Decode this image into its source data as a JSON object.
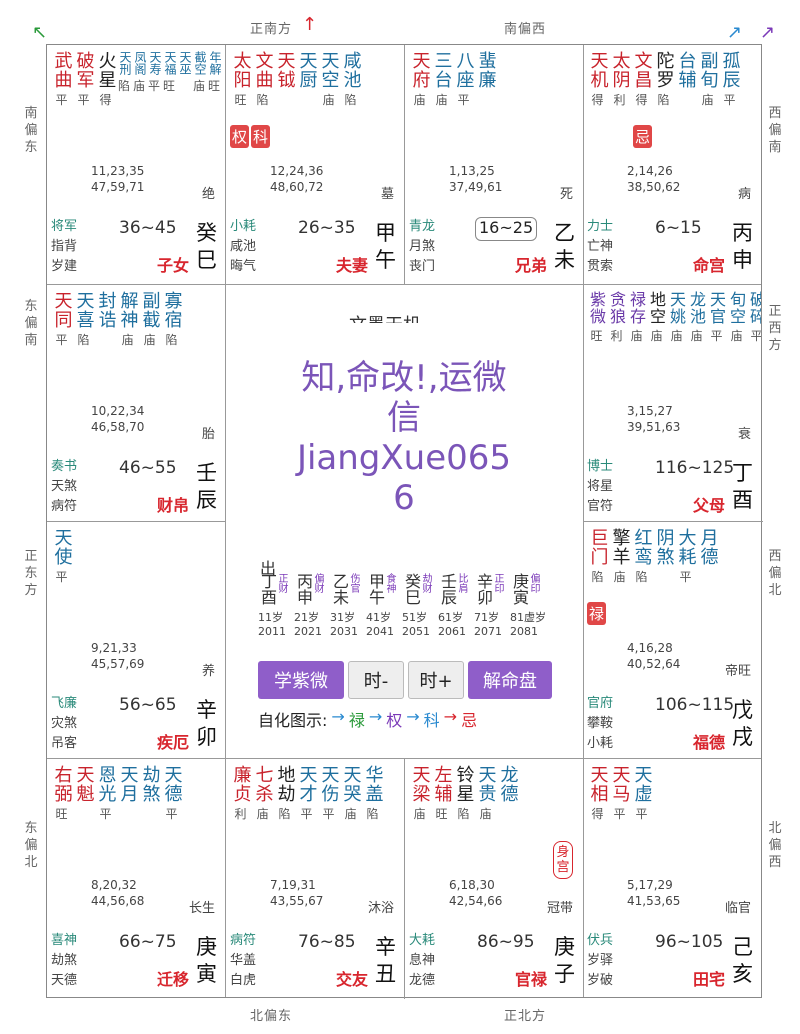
{
  "directions": {
    "top_left": "正南方",
    "top_right": "南偏西",
    "bottom_left": "北偏东",
    "bottom_right": "正北方",
    "left": [
      "南偏东",
      "东偏南",
      "正东方",
      "东偏北"
    ],
    "right": [
      "西偏南",
      "正西方",
      "西偏北",
      "北偏西"
    ]
  },
  "palaces": [
    {
      "id": "si",
      "stars": [
        {
          "n": "武曲",
          "c": "red",
          "b": "平"
        },
        {
          "n": "破军",
          "c": "red",
          "b": "平"
        },
        {
          "n": "火星",
          "c": "dark",
          "b": "得"
        }
      ],
      "small": [
        {
          "n": "天刑",
          "c": "blue",
          "b": "陷"
        },
        {
          "n": "凤阁",
          "c": "blue",
          "b": "庙"
        },
        {
          "n": "天寿",
          "c": "blue",
          "b": "平"
        },
        {
          "n": "天福",
          "c": "blue",
          "b": "旺"
        },
        {
          "n": "天巫",
          "c": "blue",
          "b": ""
        },
        {
          "n": "截空",
          "c": "blue",
          "b": "庙"
        },
        {
          "n": "年解",
          "c": "blue",
          "b": "旺"
        }
      ],
      "tags": [],
      "ages1": "11,23,35",
      "ages2": "47,59,71",
      "life": "绝",
      "g1": "将军",
      "g2a": "指背",
      "g2b": "岁建",
      "range": "36~45",
      "stem1": "癸",
      "stem2": "巳",
      "pname": "子女"
    },
    {
      "id": "wu",
      "stars": [
        {
          "n": "太阳",
          "c": "red",
          "b": "旺"
        },
        {
          "n": "文曲",
          "c": "red",
          "b": "陷"
        },
        {
          "n": "天钺",
          "c": "red",
          "b": ""
        },
        {
          "n": "天厨",
          "c": "blue",
          "b": ""
        },
        {
          "n": "天空",
          "c": "blue",
          "b": "庙"
        },
        {
          "n": "咸池",
          "c": "blue",
          "b": "陷"
        }
      ],
      "small": [],
      "tags": [
        "权",
        "科"
      ],
      "ages1": "12,24,36",
      "ages2": "48,60,72",
      "life": "墓",
      "g1": "小耗",
      "g2a": "咸池",
      "g2b": "晦气",
      "range": "26~35",
      "stem1": "甲",
      "stem2": "午",
      "pname": "夫妻"
    },
    {
      "id": "wei",
      "stars": [
        {
          "n": "天府",
          "c": "red",
          "b": "庙"
        },
        {
          "n": "三台",
          "c": "blue",
          "b": "庙"
        },
        {
          "n": "八座",
          "c": "blue",
          "b": "平"
        },
        {
          "n": "蜚廉",
          "c": "blue",
          "b": ""
        }
      ],
      "small": [],
      "tags": [],
      "ages1": "1,13,25",
      "ages2": "37,49,61",
      "life": "死",
      "g1": "青龙",
      "g2a": "月煞",
      "g2b": "丧门",
      "range": "16~25",
      "stem1": "乙",
      "stem2": "未",
      "pname": "兄弟"
    },
    {
      "id": "shen",
      "stars": [
        {
          "n": "天机",
          "c": "red",
          "b": "得"
        },
        {
          "n": "太阴",
          "c": "red",
          "b": "利"
        },
        {
          "n": "文昌",
          "c": "red",
          "b": "得"
        },
        {
          "n": "陀罗",
          "c": "dark",
          "b": "陷"
        },
        {
          "n": "台辅",
          "c": "blue",
          "b": ""
        },
        {
          "n": "副旬",
          "c": "blue",
          "b": "庙"
        },
        {
          "n": "孤辰",
          "c": "blue",
          "b": "平"
        }
      ],
      "small": [],
      "tags": [
        "忌"
      ],
      "ages1": "2,14,26",
      "ages2": "38,50,62",
      "life": "病",
      "g1": "力士",
      "g2a": "亡神",
      "g2b": "贯索",
      "range": "6~15",
      "stem1": "丙",
      "stem2": "申",
      "pname": "命宫"
    },
    {
      "id": "chen",
      "stars": [
        {
          "n": "天同",
          "c": "red",
          "b": "平"
        },
        {
          "n": "天喜",
          "c": "blue",
          "b": "陷"
        },
        {
          "n": "封诰",
          "c": "blue",
          "b": ""
        },
        {
          "n": "解神",
          "c": "blue",
          "b": "庙"
        },
        {
          "n": "副截",
          "c": "blue",
          "b": "庙"
        },
        {
          "n": "寡宿",
          "c": "blue",
          "b": "陷"
        }
      ],
      "small": [],
      "tags": [],
      "ages1": "10,22,34",
      "ages2": "46,58,70",
      "life": "胎",
      "g1": "奏书",
      "g2a": "天煞",
      "g2b": "病符",
      "range": "46~55",
      "stem1": "壬",
      "stem2": "辰",
      "pname": "财帛"
    },
    {
      "id": "you",
      "stars": [],
      "small": [
        {
          "n": "紫微",
          "c": "purple",
          "b": "旺"
        },
        {
          "n": "贪狼",
          "c": "purple",
          "b": "利"
        },
        {
          "n": "禄存",
          "c": "purple",
          "b": "庙"
        },
        {
          "n": "地空",
          "c": "dark",
          "b": "庙"
        },
        {
          "n": "天姚",
          "c": "blue",
          "b": "庙"
        },
        {
          "n": "龙池",
          "c": "blue",
          "b": "庙"
        },
        {
          "n": "天官",
          "c": "blue",
          "b": "平"
        },
        {
          "n": "旬空",
          "c": "blue",
          "b": "庙"
        },
        {
          "n": "破碎",
          "c": "blue",
          "b": "平"
        }
      ],
      "tags": [],
      "ages1": "3,15,27",
      "ages2": "39,51,63",
      "life": "衰",
      "g1": "博士",
      "g2a": "将星",
      "g2b": "官符",
      "range": "116~125",
      "stem1": "丁",
      "stem2": "酉",
      "pname": "父母"
    },
    {
      "id": "mao",
      "stars": [
        {
          "n": "天使",
          "c": "blue",
          "b": "平"
        }
      ],
      "small": [],
      "tags": [],
      "ages1": "9,21,33",
      "ages2": "45,57,69",
      "life": "养",
      "g1": "飞廉",
      "g2a": "灾煞",
      "g2b": "吊客",
      "range": "56~65",
      "stem1": "辛",
      "stem2": "卯",
      "pname": "疾厄"
    },
    {
      "id": "xu",
      "stars": [
        {
          "n": "巨门",
          "c": "red",
          "b": "陷"
        },
        {
          "n": "擎羊",
          "c": "dark",
          "b": "庙"
        },
        {
          "n": "红鸾",
          "c": "blue",
          "b": "陷"
        },
        {
          "n": "阴煞",
          "c": "blue",
          "b": ""
        },
        {
          "n": "大耗",
          "c": "blue",
          "b": "平"
        },
        {
          "n": "月德",
          "c": "blue",
          "b": ""
        }
      ],
      "small": [],
      "tags": [
        "禄"
      ],
      "ages1": "4,16,28",
      "ages2": "40,52,64",
      "life": "帝旺",
      "g1": "官府",
      "g2a": "攀鞍",
      "g2b": "小耗",
      "range": "106~115",
      "stem1": "戊",
      "stem2": "戌",
      "pname": "福德"
    },
    {
      "id": "yin",
      "stars": [
        {
          "n": "右弼",
          "c": "red",
          "b": "旺"
        },
        {
          "n": "天魁",
          "c": "red",
          "b": ""
        },
        {
          "n": "恩光",
          "c": "blue",
          "b": "平"
        },
        {
          "n": "天月",
          "c": "blue",
          "b": ""
        },
        {
          "n": "劫煞",
          "c": "blue",
          "b": ""
        },
        {
          "n": "天德",
          "c": "blue",
          "b": "平"
        }
      ],
      "small": [],
      "tags": [],
      "ages1": "8,20,32",
      "ages2": "44,56,68",
      "life": "长生",
      "g1": "喜神",
      "g2a": "劫煞",
      "g2b": "天德",
      "range": "66~75",
      "stem1": "庚",
      "stem2": "寅",
      "pname": "迁移"
    },
    {
      "id": "chou",
      "stars": [
        {
          "n": "廉贞",
          "c": "red",
          "b": "利"
        },
        {
          "n": "七杀",
          "c": "red",
          "b": "庙"
        },
        {
          "n": "地劫",
          "c": "dark",
          "b": "陷"
        },
        {
          "n": "天才",
          "c": "blue",
          "b": "平"
        },
        {
          "n": "天伤",
          "c": "blue",
          "b": "平"
        },
        {
          "n": "天哭",
          "c": "blue",
          "b": "庙"
        },
        {
          "n": "华盖",
          "c": "blue",
          "b": "陷"
        }
      ],
      "small": [],
      "tags": [],
      "ages1": "7,19,31",
      "ages2": "43,55,67",
      "life": "沐浴",
      "g1": "病符",
      "g2a": "华盖",
      "g2b": "白虎",
      "range": "76~85",
      "stem1": "辛",
      "stem2": "丑",
      "pname": "交友"
    },
    {
      "id": "zi",
      "stars": [
        {
          "n": "天梁",
          "c": "red",
          "b": "庙"
        },
        {
          "n": "左辅",
          "c": "red",
          "b": "旺"
        },
        {
          "n": "铃星",
          "c": "dark",
          "b": "陷"
        },
        {
          "n": "天贵",
          "c": "blue",
          "b": "庙"
        },
        {
          "n": "龙德",
          "c": "blue",
          "b": ""
        }
      ],
      "small": [],
      "tags": [],
      "ages1": "6,18,30",
      "ages2": "42,54,66",
      "life": "冠带",
      "g1": "大耗",
      "g2a": "息神",
      "g2b": "龙德",
      "range": "86~95",
      "stem1": "庚",
      "stem2": "子",
      "pname": "官禄",
      "shen": "身宫"
    },
    {
      "id": "hai",
      "stars": [
        {
          "n": "天相",
          "c": "red",
          "b": "得"
        },
        {
          "n": "天马",
          "c": "red",
          "b": "平"
        },
        {
          "n": "天虚",
          "c": "blue",
          "b": "平"
        }
      ],
      "small": [],
      "tags": [],
      "ages1": "5,17,29",
      "ages2": "41,53,65",
      "life": "临官",
      "g1": "伏兵",
      "g2a": "岁驿",
      "g2b": "岁破",
      "range": "96~105",
      "stem1": "己",
      "stem2": "亥",
      "pname": "田宅"
    }
  ],
  "center": {
    "title_partial": "文墨天机",
    "watermark_l1": "知,命改!,运微",
    "watermark_l2": "信",
    "watermark_l3": "JiangXue065",
    "watermark_l4": "6",
    "prefix": "出",
    "decades": [
      {
        "gz": "丁酉",
        "god": "正财",
        "age": "11岁",
        "year": "2011"
      },
      {
        "gz": "丙申",
        "god": "偏财",
        "age": "21岁",
        "year": "2021"
      },
      {
        "gz": "乙未",
        "god": "伤官",
        "age": "31岁",
        "year": "2031"
      },
      {
        "gz": "甲午",
        "god": "食神",
        "age": "41岁",
        "year": "2041"
      },
      {
        "gz": "癸巳",
        "god": "劫财",
        "age": "51岁",
        "year": "2051"
      },
      {
        "gz": "壬辰",
        "god": "比肩",
        "age": "61岁",
        "year": "2061"
      },
      {
        "gz": "辛卯",
        "god": "正印",
        "age": "71岁",
        "year": "2071"
      },
      {
        "gz": "庚寅",
        "god": "偏印",
        "age": "81虚岁",
        "year": "2081"
      }
    ],
    "btn_ziwei": "学紫微",
    "btn_hour_minus": "时-",
    "btn_hour_plus": "时+",
    "btn_interpret": "解命盘",
    "legend_label": "自化图示:",
    "legend": [
      "禄",
      "权",
      "科",
      "忌"
    ]
  }
}
